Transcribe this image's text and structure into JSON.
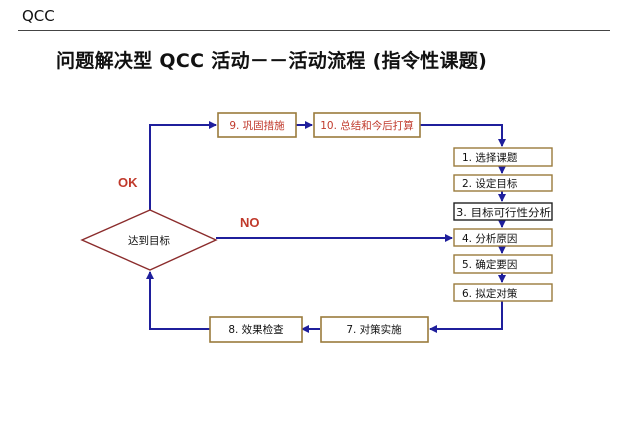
{
  "header": {
    "section_label": "QCC",
    "title": "问题解决型 QCC 活动－－活动流程 (指令性课题)"
  },
  "diagram": {
    "steps": [
      {
        "id": "s1",
        "label": "1. 选择课题"
      },
      {
        "id": "s2",
        "label": "2. 设定目标"
      },
      {
        "id": "s3",
        "label": "3. 目标可行性分析"
      },
      {
        "id": "s4",
        "label": "4. 分析原因"
      },
      {
        "id": "s5",
        "label": "5. 确定要因"
      },
      {
        "id": "s6",
        "label": "6. 拟定对策"
      },
      {
        "id": "s7",
        "label": "7. 对策实施"
      },
      {
        "id": "s8",
        "label": "8. 效果检查"
      },
      {
        "id": "s9",
        "label": "9. 巩固措施"
      },
      {
        "id": "s10",
        "label": "10. 总结和今后打算"
      }
    ],
    "decision": {
      "label": "达到目标"
    },
    "branch_ok": "OK",
    "branch_no": "NO",
    "colors": {
      "arrow": "#1f1f9c",
      "box_border_tan": "#9a7b3c",
      "box_border_dark": "#222222",
      "top_text": "#c0392b",
      "branch_label": "#c0392b",
      "decision_border": "#8b2c2c"
    }
  }
}
